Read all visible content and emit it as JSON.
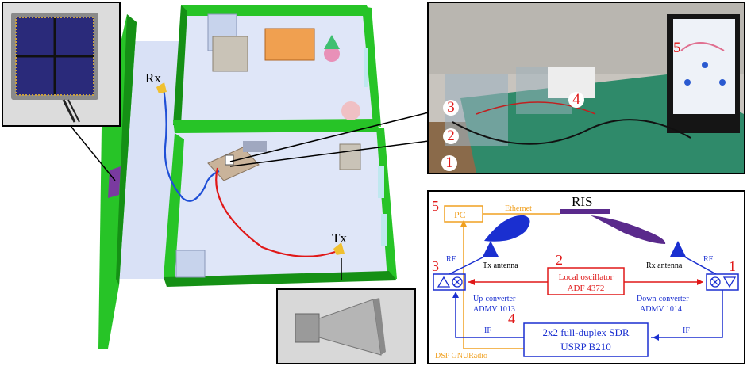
{
  "scene": {
    "rx_label": "Rx",
    "tx_label": "Tx",
    "colors": {
      "wall": "#27c427",
      "wall_dark": "#159015",
      "floor": "#d9e1f6",
      "rx_cable": "#1f4fd6",
      "tx_cable": "#e01818"
    }
  },
  "photo": {
    "labels": [
      "1",
      "2",
      "3",
      "4",
      "5"
    ]
  },
  "diagram": {
    "ris": "RIS",
    "pc": "PC",
    "ethernet": "Ethernet",
    "tx_antenna": "Tx antenna",
    "rx_antenna": "Rx antenna",
    "rf_left": "RF",
    "rf_right": "RF",
    "local_osc_line1": "Local oscillator",
    "local_osc_line2": "ADF 4372",
    "up_conv_line1": "Up-converter",
    "up_conv_line2": "ADMV 1013",
    "down_conv_line1": "Down-converter",
    "down_conv_line2": "ADMV 1014",
    "sdr_line1": "2x2 full-duplex SDR",
    "sdr_line2": "USRP B210",
    "if_left": "IF",
    "if_right": "IF",
    "dsp": "DSP GNURadio",
    "num_1": "1",
    "num_2": "2",
    "num_3": "3",
    "num_4": "4",
    "num_5": "5",
    "colors": {
      "blue": "#1a2fd0",
      "red": "#e01818",
      "orange": "#f0a020",
      "purple": "#5a2a8c"
    }
  }
}
